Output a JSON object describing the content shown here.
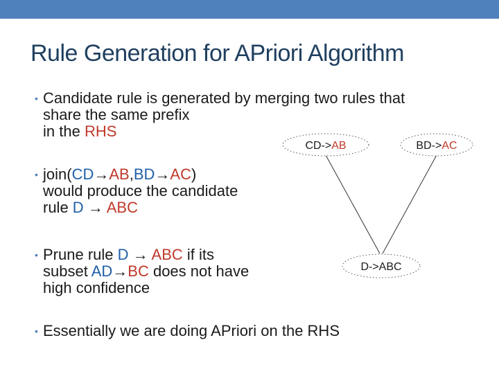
{
  "title": "Rule Generation for APriori Algorithm",
  "bullets": [
    {
      "lines": [
        "Candidate rule is generated by merging two rules that",
        "share the same prefix"
      ],
      "line3_prefix": "in the ",
      "line3_hl": "RHS"
    },
    {
      "l1_a": "join(",
      "l1_b": "CD",
      "l1_arrow": "→",
      "l1_c": "AB",
      "l1_d": ",",
      "l1_e": "BD",
      "l1_arrow2": "→",
      "l1_f": "AC",
      "l1_g": ")",
      "l2": "would produce the candidate",
      "l3_a": "rule ",
      "l3_b": "D",
      "l3_arrow": "→",
      "l3_c": "ABC"
    },
    {
      "l1_a": "Prune rule ",
      "l1_b": "D",
      "l1_arrow": "→",
      "l1_c": "ABC",
      "l1_d": " if its",
      "l2_a": "subset ",
      "l2_b": "AD",
      "l2_arrow": "→",
      "l2_c": "BC",
      "l2_d": " does not have",
      "l3": "high confidence"
    },
    {
      "l1": "Essentially we are doing APriori on the RHS"
    }
  ],
  "diagram": {
    "node_left": {
      "prefix": "CD->",
      "suffix": "AB"
    },
    "node_right": {
      "prefix": "BD->",
      "suffix": "AC"
    },
    "node_bottom": {
      "text": "D->ABC"
    }
  },
  "colors": {
    "accent_bar": "#4f81bd",
    "bullet_dot": "#4f81bd",
    "title": "#1f3f5f",
    "rhs_red": "#c0392b",
    "lhs_blue": "#1f5fa8"
  }
}
